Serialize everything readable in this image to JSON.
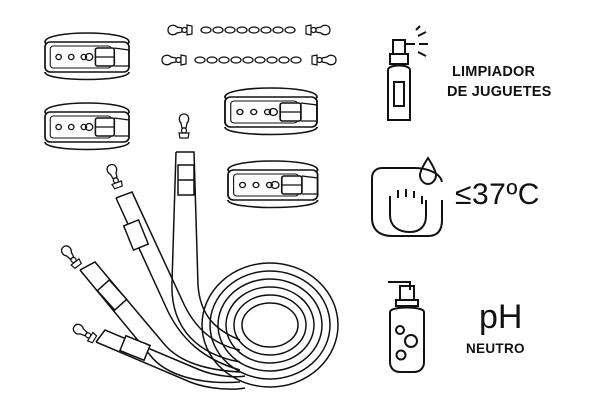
{
  "care_labels": {
    "cleaner_line1": "LIMPIADOR",
    "cleaner_line2": "DE JUGUETES",
    "temperature": "≤37ºC",
    "ph_title": "pH",
    "ph_subtitle": "NEUTRO"
  },
  "icons": {
    "spray": "spray-bottle-icon",
    "washing": "hand-washing-icon",
    "dispenser": "soap-dispenser-icon"
  },
  "colors": {
    "line": "#111111",
    "background": "#ffffff"
  }
}
